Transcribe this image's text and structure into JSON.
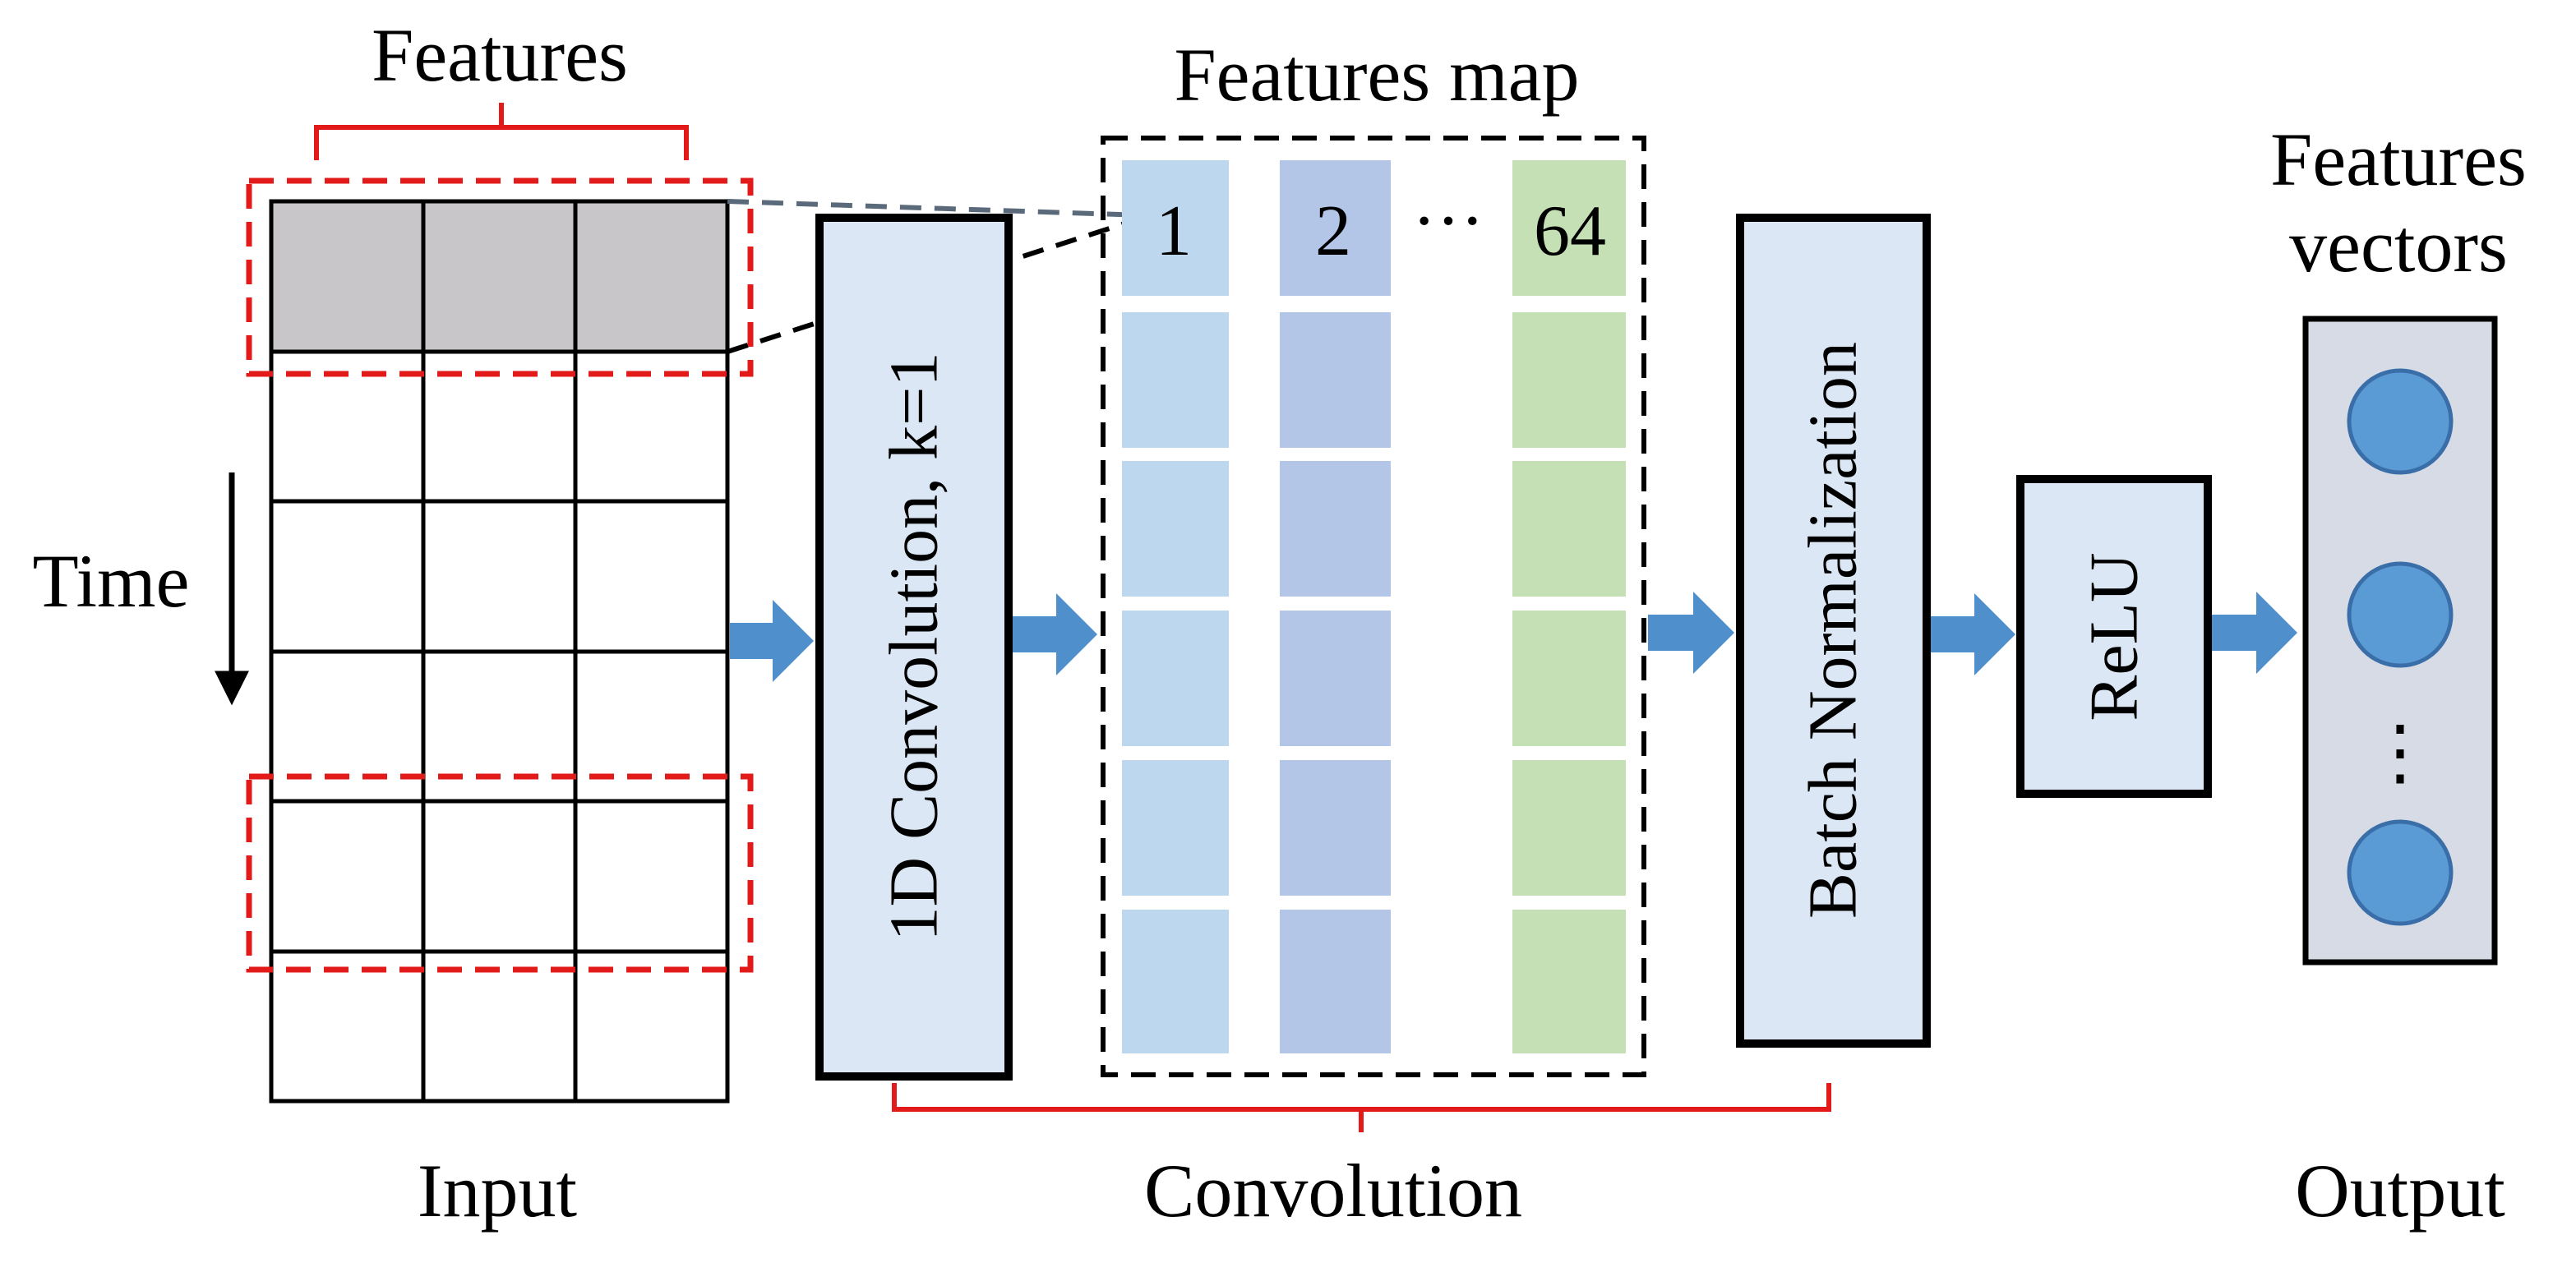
{
  "labels": {
    "features": "Features",
    "features_map": "Features map",
    "features_vectors_line1": "Features",
    "features_vectors_line2": "vectors",
    "time": "Time",
    "input": "Input",
    "convolution": "Convolution",
    "output": "Output"
  },
  "blocks": {
    "conv1d": "1D Convolution, k=1",
    "batch_norm": "Batch Normalization",
    "relu": "ReLU"
  },
  "feature_map": {
    "channels": [
      "1",
      "2",
      "64"
    ],
    "ellipsis": "···"
  },
  "output_vector": {
    "ellipsis": "⋮"
  },
  "colors": {
    "grid_highlight": "#c8c6c8",
    "window_dash": "#e21a1a",
    "brace": "#e21a1a",
    "block_fill": "#dbe7f4",
    "channel_1": "#bdd7ee",
    "channel_2": "#b4c6e7",
    "channel_64": "#c5e0b4",
    "arrow": "#4f8fcc",
    "node": "#5b9bd5",
    "output_panel": "#d6dbe6"
  }
}
